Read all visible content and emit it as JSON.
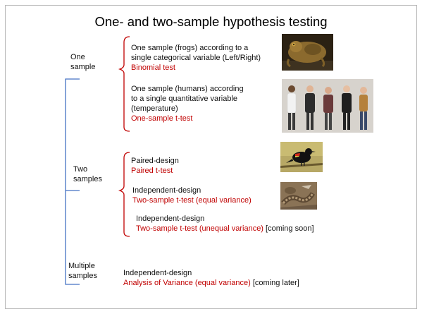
{
  "title": "One- and two-sample hypothesis testing",
  "groups": {
    "one": "One\nsample",
    "two": "Two\nsamples",
    "multiple": "Multiple\nsamples"
  },
  "items": {
    "frogs_desc": "One sample (frogs) according to a\nsingle categorical variable (Left/Right)",
    "frogs_test": "Binomial test",
    "humans_desc": "One sample (humans) according\nto a single quantitative variable\n(temperature)",
    "humans_test": "One-sample t-test",
    "paired_desc": "Paired-design",
    "paired_test": "Paired t-test",
    "indep1_desc": "Independent-design",
    "indep1_test": "Two-sample t-test (equal variance)",
    "indep2_desc": "Independent-design",
    "indep2_test": "Two-sample t-test (unequal variance)",
    "indep2_note": " [coming soon]",
    "multi_desc": "Independent-design",
    "multi_test": "Analysis of Variance (equal variance)",
    "multi_note": " [coming later]"
  },
  "colors": {
    "bracket_blue": "#4472c4",
    "bracket_red": "#c00000",
    "test_red": "#c00000"
  }
}
